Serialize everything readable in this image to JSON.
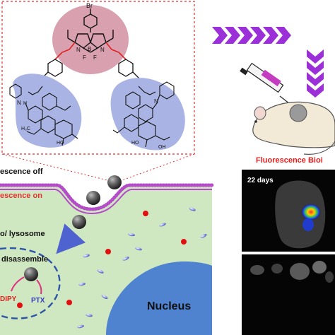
{
  "molecule": {
    "core_label": "B",
    "core_atoms": [
      "N",
      "N"
    ],
    "core_fluorines": [
      "F",
      "F"
    ],
    "substituent": "Br",
    "left_ptx_labels": [
      "N",
      "H",
      "HO",
      "H₃C"
    ],
    "right_ptx_labels": [
      "N",
      "OH",
      "HO"
    ]
  },
  "cell": {
    "status_off": "escence off",
    "status_on": "escence on",
    "endosome_label": "o/ lysosome",
    "disassemble_label": "disassemble",
    "release_bodipy": "DIPY",
    "release_ptx": "PTX",
    "nucleus_label": "Nucleus"
  },
  "imaging": {
    "title": "Fluorescence Bioi",
    "day_label": "22 days"
  },
  "colors": {
    "dotted_frame": "#e03030",
    "bodipy_disk": "#d9a0b0",
    "ptx_blob": "#a9b4e4",
    "arrow": "#9b30d9",
    "cytoplasm": "#cfe8c2",
    "membrane": "#b44cc8",
    "nucleus": "#4f83cf",
    "status_on": "#e83030",
    "nanoparticle": "#5a5a5a",
    "red_dot": "#e01010",
    "ptx_dash": "#4a56c8"
  }
}
